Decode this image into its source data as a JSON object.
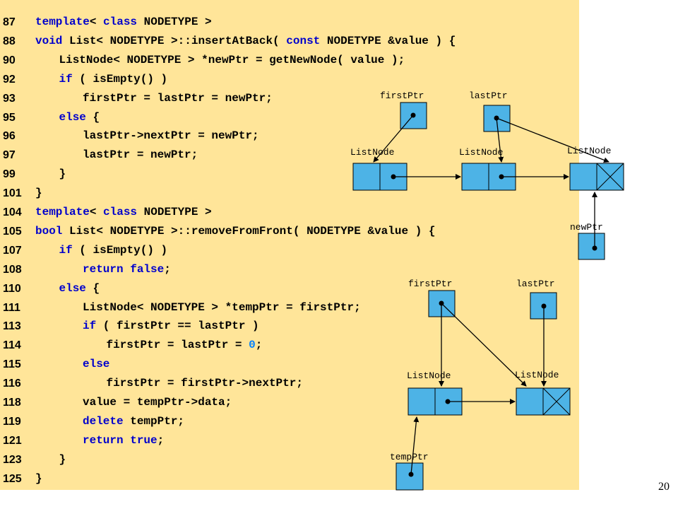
{
  "code_lines": [
    {
      "num": "87",
      "indent": 0,
      "parts": [
        {
          "t": "template",
          "c": "kw"
        },
        {
          "t": "< ",
          "c": "tx"
        },
        {
          "t": "class",
          "c": "kw"
        },
        {
          "t": " NODETYPE >",
          "c": "tx"
        }
      ]
    },
    {
      "num": "88",
      "indent": 0,
      "parts": [
        {
          "t": "void",
          "c": "kw"
        },
        {
          "t": " List< NODETYPE >::insertAtBack( ",
          "c": "tx"
        },
        {
          "t": "const",
          "c": "kw"
        },
        {
          "t": " NODETYPE &value ) {",
          "c": "tx"
        }
      ]
    },
    {
      "num": "90",
      "indent": 1,
      "parts": [
        {
          "t": "ListNode< NODETYPE > *newPtr = getNewNode( value );",
          "c": "tx"
        }
      ]
    },
    {
      "num": "92",
      "indent": 1,
      "parts": [
        {
          "t": "if",
          "c": "kw"
        },
        {
          "t": " ( isEmpty() )",
          "c": "tx"
        }
      ]
    },
    {
      "num": "93",
      "indent": 2,
      "parts": [
        {
          "t": "firstPtr = lastPtr = newPtr;",
          "c": "tx"
        }
      ]
    },
    {
      "num": "95",
      "indent": 1,
      "parts": [
        {
          "t": "else",
          "c": "kw"
        },
        {
          "t": " {",
          "c": "tx"
        }
      ]
    },
    {
      "num": "96",
      "indent": 2,
      "parts": [
        {
          "t": "lastPtr->nextPtr = newPtr;",
          "c": "tx"
        }
      ]
    },
    {
      "num": "97",
      "indent": 2,
      "parts": [
        {
          "t": "lastPtr = newPtr;",
          "c": "tx"
        }
      ]
    },
    {
      "num": "99",
      "indent": 1,
      "parts": [
        {
          "t": "}",
          "c": "tx"
        }
      ]
    },
    {
      "num": "101",
      "indent": 0,
      "parts": [
        {
          "t": "}",
          "c": "tx"
        }
      ]
    },
    {
      "num": "104",
      "indent": 0,
      "parts": [
        {
          "t": "template",
          "c": "kw"
        },
        {
          "t": "< ",
          "c": "tx"
        },
        {
          "t": "class",
          "c": "kw"
        },
        {
          "t": " NODETYPE >",
          "c": "tx"
        }
      ]
    },
    {
      "num": "105",
      "indent": 0,
      "parts": [
        {
          "t": "bool",
          "c": "kw"
        },
        {
          "t": " List< NODETYPE >::removeFromFront( NODETYPE &value ) {",
          "c": "tx"
        }
      ]
    },
    {
      "num": "107",
      "indent": 1,
      "parts": [
        {
          "t": "if",
          "c": "kw"
        },
        {
          "t": " ( isEmpty() )",
          "c": "tx"
        }
      ]
    },
    {
      "num": "108",
      "indent": 2,
      "parts": [
        {
          "t": "return",
          "c": "kw"
        },
        {
          "t": " ",
          "c": "tx"
        },
        {
          "t": "false",
          "c": "kw"
        },
        {
          "t": ";",
          "c": "tx"
        }
      ]
    },
    {
      "num": "110",
      "indent": 1,
      "parts": [
        {
          "t": "else",
          "c": "kw"
        },
        {
          "t": " {",
          "c": "tx"
        }
      ]
    },
    {
      "num": "111",
      "indent": 2,
      "parts": [
        {
          "t": "ListNode< NODETYPE > *tempPtr = firstPtr;",
          "c": "tx"
        }
      ]
    },
    {
      "num": "113",
      "indent": 2,
      "parts": [
        {
          "t": "if",
          "c": "kw"
        },
        {
          "t": " ( firstPtr == lastPtr )",
          "c": "tx"
        }
      ]
    },
    {
      "num": "114",
      "indent": 3,
      "parts": [
        {
          "t": "firstPtr = lastPtr = ",
          "c": "tx"
        },
        {
          "t": "0",
          "c": "nm"
        },
        {
          "t": ";",
          "c": "tx"
        }
      ]
    },
    {
      "num": "115",
      "indent": 2,
      "parts": [
        {
          "t": "else",
          "c": "kw"
        }
      ]
    },
    {
      "num": "116",
      "indent": 3,
      "parts": [
        {
          "t": "firstPtr = firstPtr->nextPtr;",
          "c": "tx"
        }
      ]
    },
    {
      "num": "118",
      "indent": 2,
      "parts": [
        {
          "t": "value = tempPtr->data;",
          "c": "tx"
        }
      ]
    },
    {
      "num": "119",
      "indent": 2,
      "parts": [
        {
          "t": "delete",
          "c": "kw"
        },
        {
          "t": " tempPtr;",
          "c": "tx"
        }
      ]
    },
    {
      "num": "121",
      "indent": 2,
      "parts": [
        {
          "t": "return",
          "c": "kw"
        },
        {
          "t": " ",
          "c": "tx"
        },
        {
          "t": "true",
          "c": "kw"
        },
        {
          "t": ";",
          "c": "tx"
        }
      ]
    },
    {
      "num": "123",
      "indent": 1,
      "parts": [
        {
          "t": "}",
          "c": "tx"
        }
      ]
    },
    {
      "num": "125",
      "indent": 0,
      "parts": [
        {
          "t": "}",
          "c": "tx"
        }
      ]
    }
  ],
  "diagram_top": {
    "first_ptr": "firstPtr",
    "last_ptr": "lastPtr",
    "node_a": "ListNode",
    "node_b": "ListNode",
    "node_c": "ListNode",
    "new_ptr": "newPtr"
  },
  "diagram_bottom": {
    "first_ptr": "firstPtr",
    "last_ptr": "lastPtr",
    "node_a": "ListNode",
    "node_b": "ListNode",
    "temp_ptr": "tempPtr"
  },
  "page_number": "20",
  "colors": {
    "panel": "#ffe599",
    "keyword": "#0000cc",
    "number": "#0080ff",
    "box_fill": "#4db3e6"
  }
}
